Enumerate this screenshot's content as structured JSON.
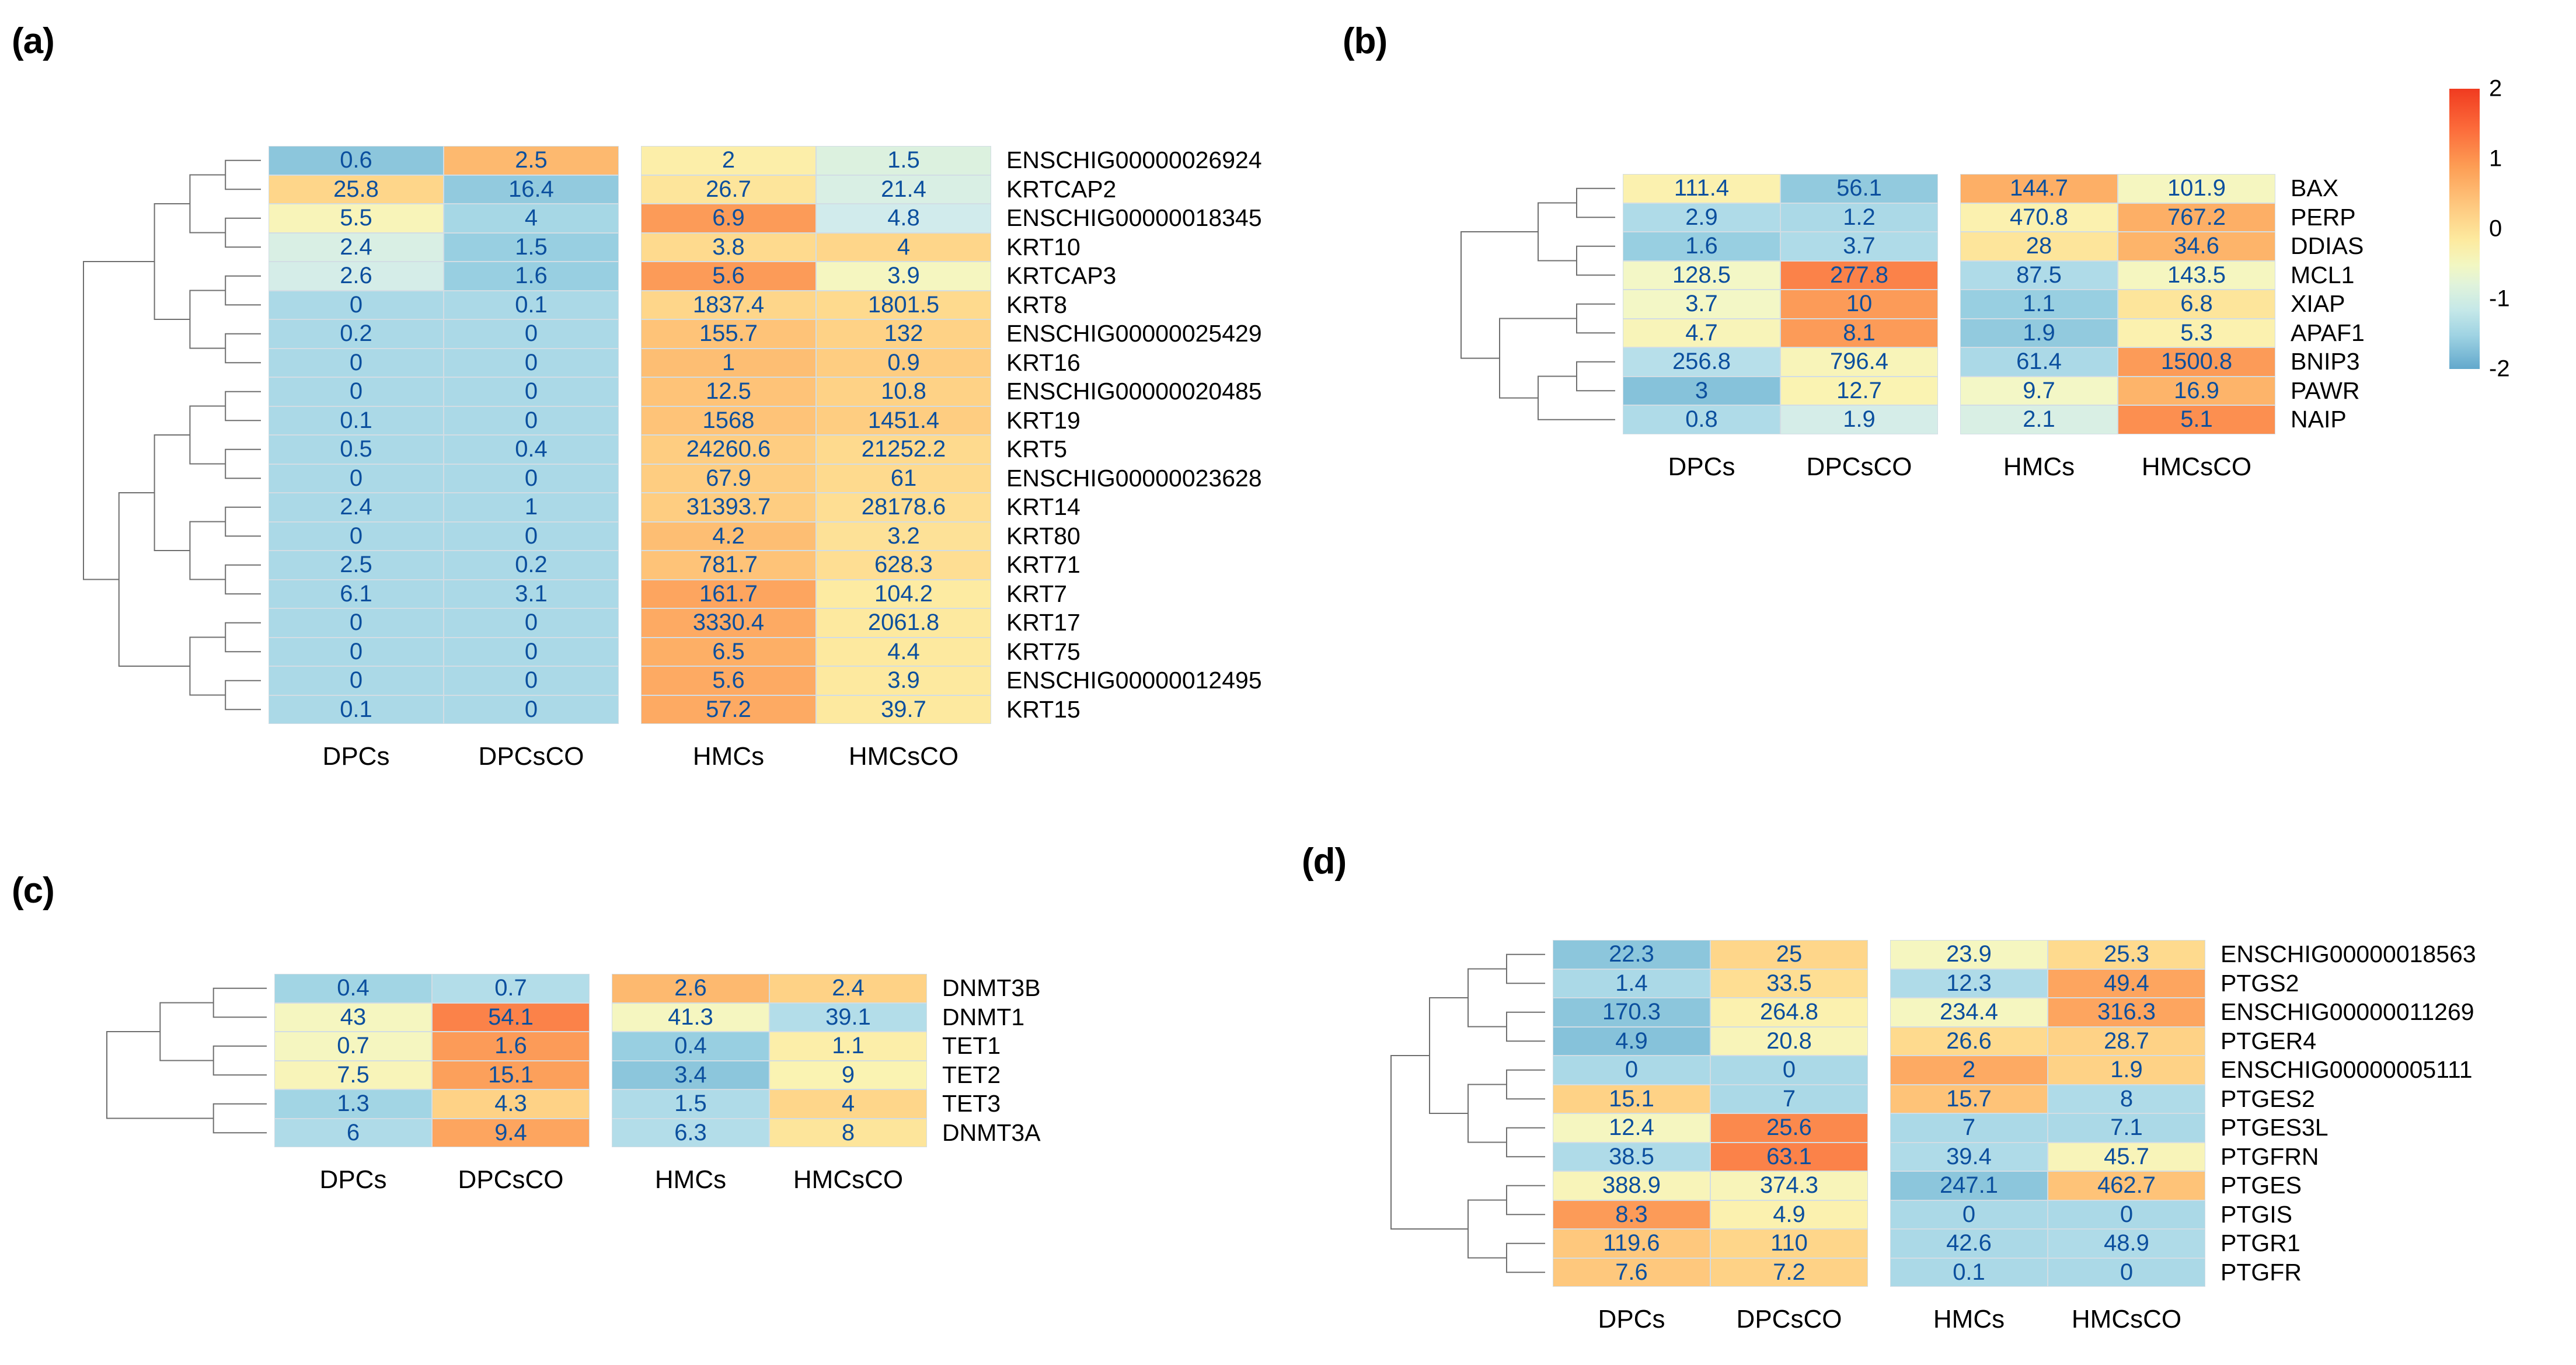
{
  "figure": {
    "colorbar": {
      "ticks": [
        "2",
        "1",
        "0",
        "-1",
        "-2"
      ],
      "vmin": -2,
      "vmax": 2,
      "high_color": "#f03b20",
      "mid_color": "#fdea9f",
      "low_color": "#4e9cc4"
    },
    "columns": [
      "DPCs",
      "DPCsCO",
      "HMCs",
      "HMCsCO"
    ],
    "value_text_color": "#0b4f9e"
  },
  "panels": [
    {
      "letter": "(a)",
      "name": "keratin-panel",
      "columns": [
        "DPCs",
        "DPCsCO",
        "HMCs",
        "HMCsCO"
      ],
      "rows": [
        {
          "label": "ENSCHIG00000026924",
          "values": [
            "0.6",
            "2.5",
            "2",
            "1.5"
          ],
          "z": [
            -1.15,
            1.05,
            0.35,
            -0.25
          ]
        },
        {
          "label": "KRTCAP2",
          "values": [
            "25.8",
            "16.4",
            "26.7",
            "21.4"
          ],
          "z": [
            0.75,
            -1.1,
            0.55,
            -0.3
          ]
        },
        {
          "label": "ENSCHIG00000018345",
          "values": [
            "5.5",
            "4",
            "6.9",
            "4.8"
          ],
          "z": [
            0.15,
            -0.9,
            1.35,
            -0.4
          ]
        },
        {
          "label": "KRT10",
          "values": [
            "2.4",
            "1.5",
            "3.8",
            "4"
          ],
          "z": [
            -0.3,
            -1.05,
            0.7,
            0.75
          ]
        },
        {
          "label": "KRTCAP3",
          "values": [
            "2.6",
            "1.6",
            "5.6",
            "3.9"
          ],
          "z": [
            -0.35,
            -1.05,
            1.35,
            0.1
          ]
        },
        {
          "label": "KRT8",
          "values": [
            "0",
            "0.1",
            "1837.4",
            "1801.5"
          ],
          "z": [
            -0.85,
            -0.85,
            0.75,
            0.7
          ]
        },
        {
          "label": "ENSCHIG00000025429",
          "values": [
            "0.2",
            "0",
            "155.7",
            "132"
          ],
          "z": [
            -0.85,
            -0.85,
            0.95,
            0.8
          ]
        },
        {
          "label": "KRT16",
          "values": [
            "0",
            "0",
            "1",
            "0.9"
          ],
          "z": [
            -0.85,
            -0.85,
            1.0,
            0.85
          ]
        },
        {
          "label": "ENSCHIG00000020485",
          "values": [
            "0",
            "0",
            "12.5",
            "10.8"
          ],
          "z": [
            -0.85,
            -0.85,
            0.95,
            0.8
          ]
        },
        {
          "label": "KRT19",
          "values": [
            "0.1",
            "0",
            "1568",
            "1451.4"
          ],
          "z": [
            -0.85,
            -0.85,
            0.95,
            0.85
          ]
        },
        {
          "label": "KRT5",
          "values": [
            "0.5",
            "0.4",
            "24260.6",
            "21252.2"
          ],
          "z": [
            -0.85,
            -0.85,
            0.85,
            0.7
          ]
        },
        {
          "label": "ENSCHIG00000023628",
          "values": [
            "0",
            "0",
            "67.9",
            "61"
          ],
          "z": [
            -0.85,
            -0.85,
            0.85,
            0.7
          ]
        },
        {
          "label": "KRT14",
          "values": [
            "2.4",
            "1",
            "31393.7",
            "28178.6"
          ],
          "z": [
            -0.85,
            -0.85,
            0.85,
            0.65
          ]
        },
        {
          "label": "KRT80",
          "values": [
            "0",
            "0",
            "4.2",
            "3.2"
          ],
          "z": [
            -0.85,
            -0.85,
            1.0,
            0.6
          ]
        },
        {
          "label": "KRT71",
          "values": [
            "2.5",
            "0.2",
            "781.7",
            "628.3"
          ],
          "z": [
            -0.85,
            -0.85,
            0.95,
            0.65
          ]
        },
        {
          "label": "KRT7",
          "values": [
            "6.1",
            "3.1",
            "161.7",
            "104.2"
          ],
          "z": [
            -0.85,
            -0.85,
            1.25,
            0.45
          ]
        },
        {
          "label": "KRT17",
          "values": [
            "0",
            "0",
            "3330.4",
            "2061.8"
          ],
          "z": [
            -0.85,
            -0.85,
            1.2,
            0.5
          ]
        },
        {
          "label": "KRT75",
          "values": [
            "0",
            "0",
            "6.5",
            "4.4"
          ],
          "z": [
            -0.85,
            -0.85,
            1.15,
            0.5
          ]
        },
        {
          "label": "ENSCHIG00000012495",
          "values": [
            "0",
            "0",
            "5.6",
            "3.9"
          ],
          "z": [
            -0.85,
            -0.85,
            1.2,
            0.5
          ]
        },
        {
          "label": "KRT15",
          "values": [
            "0.1",
            "0",
            "57.2",
            "39.7"
          ],
          "z": [
            -0.85,
            -0.85,
            1.2,
            0.5
          ]
        }
      ]
    },
    {
      "letter": "(b)",
      "name": "apoptosis-panel",
      "columns": [
        "DPCs",
        "DPCsCO",
        "HMCs",
        "HMCsCO"
      ],
      "rows": [
        {
          "label": "BAX",
          "values": [
            "111.4",
            "56.1",
            "144.7",
            "101.9"
          ],
          "z": [
            0.25,
            -1.1,
            1.15,
            0.1
          ]
        },
        {
          "label": "PERP",
          "values": [
            "2.9",
            "1.2",
            "470.8",
            "767.2"
          ],
          "z": [
            -0.8,
            -0.85,
            0.25,
            1.15
          ]
        },
        {
          "label": "DDIAS",
          "values": [
            "1.6",
            "3.7",
            "28",
            "34.6"
          ],
          "z": [
            -1.05,
            -0.8,
            0.55,
            1.1
          ]
        },
        {
          "label": "MCL1",
          "values": [
            "128.5",
            "277.8",
            "87.5",
            "143.5"
          ],
          "z": [
            0.05,
            1.55,
            -0.8,
            0.1
          ]
        },
        {
          "label": "XIAP",
          "values": [
            "3.7",
            "10",
            "1.1",
            "6.8"
          ],
          "z": [
            0.05,
            1.35,
            -1.05,
            0.55
          ]
        },
        {
          "label": "APAF1",
          "values": [
            "4.7",
            "8.1",
            "1.9",
            "5.3"
          ],
          "z": [
            0.15,
            1.35,
            -1.1,
            0.25
          ]
        },
        {
          "label": "BNIP3",
          "values": [
            "256.8",
            "796.4",
            "61.4",
            "1500.8"
          ],
          "z": [
            -0.7,
            0.15,
            -0.85,
            1.35
          ]
        },
        {
          "label": "PAWR",
          "values": [
            "3",
            "12.7",
            "9.7",
            "16.9"
          ],
          "z": [
            -1.2,
            0.2,
            0.05,
            1.1
          ]
        },
        {
          "label": "NAIP",
          "values": [
            "0.8",
            "1.9",
            "2.1",
            "5.1"
          ],
          "z": [
            -0.8,
            -0.35,
            -0.3,
            1.45
          ]
        }
      ]
    },
    {
      "letter": "(c)",
      "name": "methylation-panel",
      "columns": [
        "DPCs",
        "DPCsCO",
        "HMCs",
        "HMCsCO"
      ],
      "rows": [
        {
          "label": "DNMT3B",
          "values": [
            "0.4",
            "0.7",
            "2.6",
            "2.4"
          ],
          "z": [
            -0.95,
            -0.75,
            1.05,
            0.8
          ]
        },
        {
          "label": "DNMT1",
          "values": [
            "43",
            "54.1",
            "41.3",
            "39.1"
          ],
          "z": [
            0.1,
            1.55,
            0.1,
            -0.75
          ]
        },
        {
          "label": "TET1",
          "values": [
            "0.7",
            "1.6",
            "0.4",
            "1.1"
          ],
          "z": [
            0.1,
            1.35,
            -1.05,
            0.35
          ]
        },
        {
          "label": "TET2",
          "values": [
            "7.5",
            "15.1",
            "3.4",
            "9"
          ],
          "z": [
            0.15,
            1.3,
            -1.15,
            0.2
          ]
        },
        {
          "label": "TET3",
          "values": [
            "1.3",
            "4.3",
            "1.5",
            "4"
          ],
          "z": [
            -0.95,
            0.8,
            -0.8,
            0.75
          ]
        },
        {
          "label": "DNMT3A",
          "values": [
            "6",
            "9.4",
            "6.3",
            "8"
          ],
          "z": [
            -0.8,
            1.25,
            -0.75,
            0.55
          ]
        }
      ]
    },
    {
      "letter": "(d)",
      "name": "prostaglandin-panel",
      "columns": [
        "DPCs",
        "DPCsCO",
        "HMCs",
        "HMCsCO"
      ],
      "rows": [
        {
          "label": "ENSCHIG00000018563",
          "values": [
            "22.3",
            "25",
            "23.9",
            "25.3"
          ],
          "z": [
            -1.15,
            0.75,
            0.1,
            0.7
          ]
        },
        {
          "label": "PTGS2",
          "values": [
            "1.4",
            "33.5",
            "12.3",
            "49.4"
          ],
          "z": [
            -0.85,
            0.65,
            -0.8,
            1.25
          ]
        },
        {
          "label": "ENSCHIG00000011269",
          "values": [
            "170.3",
            "264.8",
            "234.4",
            "316.3"
          ],
          "z": [
            -1.15,
            0.25,
            0.1,
            1.25
          ]
        },
        {
          "label": "PTGER4",
          "values": [
            "4.9",
            "20.8",
            "26.6",
            "28.7"
          ],
          "z": [
            -1.2,
            0.15,
            0.7,
            0.8
          ]
        },
        {
          "label": "ENSCHIG00000005111",
          "values": [
            "0",
            "0",
            "2",
            "1.9"
          ],
          "z": [
            -0.85,
            -0.85,
            1.2,
            0.8
          ]
        },
        {
          "label": "PTGES2",
          "values": [
            "15.1",
            "7",
            "15.7",
            "8"
          ],
          "z": [
            0.8,
            -0.85,
            0.95,
            -0.8
          ]
        },
        {
          "label": "PTGES3L",
          "values": [
            "12.4",
            "25.6",
            "7",
            "7.1"
          ],
          "z": [
            0.1,
            1.5,
            -0.85,
            -0.85
          ]
        },
        {
          "label": "PTGFRN",
          "values": [
            "38.5",
            "63.1",
            "39.4",
            "45.7"
          ],
          "z": [
            -0.8,
            1.55,
            -0.8,
            0.15
          ]
        },
        {
          "label": "PTGES",
          "values": [
            "388.9",
            "374.3",
            "247.1",
            "462.7"
          ],
          "z": [
            0.15,
            0.15,
            -1.15,
            0.95
          ]
        },
        {
          "label": "PTGIS",
          "values": [
            "8.3",
            "4.9",
            "0",
            "0"
          ],
          "z": [
            1.35,
            0.25,
            -0.85,
            -0.85
          ]
        },
        {
          "label": "PTGR1",
          "values": [
            "119.6",
            "110",
            "42.6",
            "48.9"
          ],
          "z": [
            0.9,
            0.75,
            -0.85,
            -0.8
          ]
        },
        {
          "label": "PTGFR",
          "values": [
            "7.6",
            "7.2",
            "0.1",
            "0"
          ],
          "z": [
            0.9,
            0.8,
            -0.85,
            -0.85
          ]
        }
      ]
    }
  ]
}
